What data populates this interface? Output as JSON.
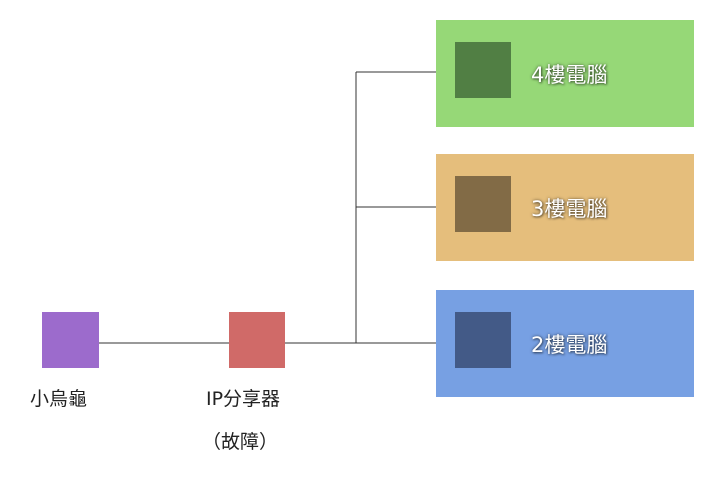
{
  "nodes": {
    "turtle": {
      "label": "小烏龜",
      "color": "#9C6BCC"
    },
    "router": {
      "label": "IP分享器",
      "sublabel": "（故障）",
      "color": "#D06A68"
    }
  },
  "computers": [
    {
      "label": "4樓電腦",
      "panel_color": "#96D877",
      "box_color": "#517F44"
    },
    {
      "label": "3樓電腦",
      "panel_color": "#E5BE7C",
      "box_color": "#826B46"
    },
    {
      "label": "2樓電腦",
      "panel_color": "#77A0E3",
      "box_color": "#435A87"
    }
  ],
  "wire_color": "#333333"
}
